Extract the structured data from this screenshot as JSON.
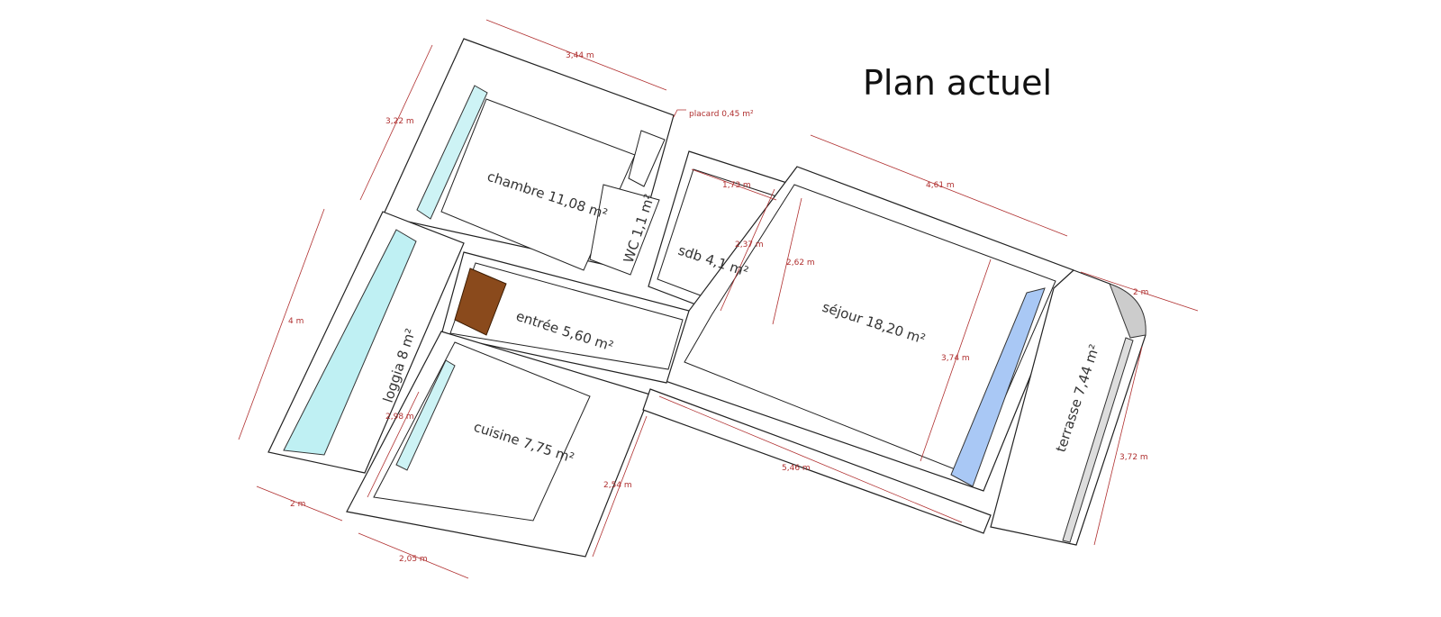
{
  "title": "Plan actuel",
  "rooms": {
    "chambre": "chambre 11,08 m²",
    "wc": "WC 1,1 m²",
    "sdb": "sdb 4,1 m²",
    "sejour": "séjour 18,20 m²",
    "entree": "entrée 5,60 m²",
    "loggia": "loggia 8 m²",
    "cuisine": "cuisine 7,75 m²",
    "terrasse": "terrasse 7,44 m²",
    "placard": "placard 0,45 m²"
  },
  "dimensions": {
    "chambre_width": "3,44 m",
    "chambre_depth": "3,22 m",
    "sdb_width": "1,73 m",
    "sdb_depth": "2,37 m",
    "sejour_width": "4,61 m",
    "sejour_depth_top": "2,62 m",
    "sejour_depth": "3,74 m",
    "sejour_bottom": "5,46 m",
    "terrasse_width": "2 m",
    "terrasse_length": "3,72 m",
    "loggia_length": "4 m",
    "loggia_width": "2 m",
    "cuisine_depth": "2,98 m",
    "cuisine_width": "2,05 m",
    "cuisine_side": "2,54 m"
  },
  "colors": {
    "dimension": "#b03030",
    "glass_loggia": "#bff0f3",
    "glass_sejour": "#a9c8f5",
    "door": "#8a4a1c"
  }
}
